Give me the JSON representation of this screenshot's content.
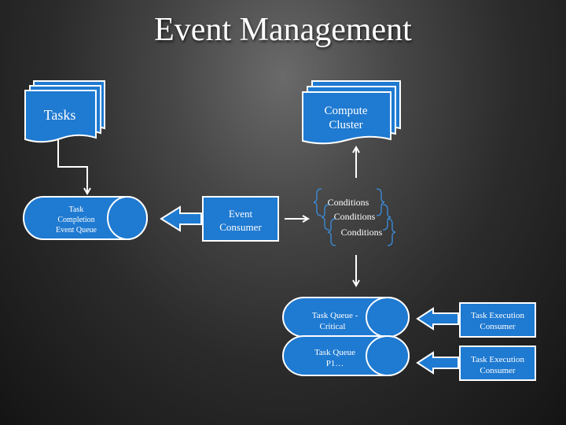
{
  "slide": {
    "title": "Event Management"
  },
  "nodes": {
    "tasks": {
      "label": "Tasks"
    },
    "compute_cluster": {
      "label_lines": [
        "Compute",
        "Cluster"
      ]
    },
    "completion_queue": {
      "label_lines": [
        "Task",
        "Completion",
        "Event Queue"
      ]
    },
    "event_consumer": {
      "label_lines": [
        "Event",
        "Consumer"
      ]
    },
    "conditions": {
      "items": [
        "Conditions",
        "Conditions",
        "Conditions"
      ]
    },
    "queue_critical": {
      "label_lines": [
        "Task Queue -",
        "Critical"
      ]
    },
    "queue_p1": {
      "label_lines": [
        "Task Queue",
        "P1…"
      ]
    },
    "exec_consumer_1": {
      "label_lines": [
        "Task Execution",
        "Consumer"
      ]
    },
    "exec_consumer_2": {
      "label_lines": [
        "Task Execution",
        "Consumer"
      ]
    }
  },
  "colors": {
    "node_fill": "#1f7ad1",
    "node_stroke": "#ffffff",
    "arrow": "#ffffff",
    "brace": "#3a8fdf",
    "text": "#ffffff"
  }
}
